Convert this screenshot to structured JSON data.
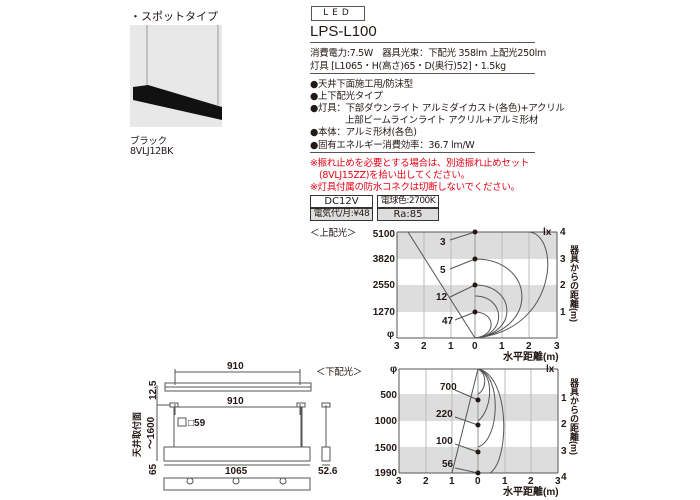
{
  "type_label": "・スポットタイプ",
  "photo": {
    "color_name": "ブラック",
    "code": "8VLJ12BK"
  },
  "category_badge": "LED",
  "model": "LPS-L100",
  "specs": [
    "消費電力:7.5W　器具光束：下配光 358lm 上配光250lm",
    "灯具 [L1065・H(高さ)65・D(奥行)52]・1.5kg"
  ],
  "features": [
    "●天井下面施工用/防沫型",
    "●上下配光タイプ",
    "●灯具：下部ダウンライト アルミダイカスト(各色)+アクリル",
    "上部ビームラインライト アクリル+アルミ形材",
    "●本体：アルミ形材(各色)",
    "●固有エネルギー消費効率：36.7 lm/W"
  ],
  "notes": [
    "※振れ止めを必要とする場合は、別途振れ止めセット",
    "(8VLJ15ZZ)を拾い出してください。",
    "※灯具付属の防水コネクは切断しないでください。"
  ],
  "spec_table": {
    "voltage": "DC12V",
    "color_temp": "電球色:2700K",
    "electricity_cost": "電気代/月:¥48",
    "ra": "Ra:85"
  },
  "accent_red": "#e60012",
  "upper_chart": {
    "title": "＜上配光＞",
    "phi": "φ",
    "y_left": [
      "5100",
      "3820",
      "2550",
      "1270"
    ],
    "lux": [
      "3",
      "5",
      "12",
      "47"
    ],
    "y_right": [
      "4",
      "3",
      "2",
      "1"
    ],
    "x_ticks": [
      "3",
      "2",
      "1",
      "0",
      "1",
      "2",
      "3"
    ],
    "lx": "lx",
    "xlabel": "水平距離(m)",
    "ylabel": "器具からの距離(m)"
  },
  "lower_chart": {
    "title": "＜下配光＞",
    "phi": "φ",
    "y_left": [
      "500",
      "1000",
      "1500",
      "1990"
    ],
    "lux": [
      "700",
      "220",
      "100",
      "56"
    ],
    "y_right": [
      "1",
      "2",
      "3",
      "4"
    ],
    "x_ticks": [
      "3",
      "2",
      "1",
      "0",
      "1",
      "2",
      "3"
    ],
    "lx": "lx",
    "xlabel": "水平距離(m)",
    "ylabel": "器具からの距離(m)"
  },
  "dimensions": {
    "top_width": "910",
    "mid_width": "910",
    "mount": "□59",
    "height_top": "12.5",
    "ceiling": "天井取付面",
    "range": "～1600",
    "body_h": "65",
    "length": "1065",
    "depth": "52.6"
  }
}
